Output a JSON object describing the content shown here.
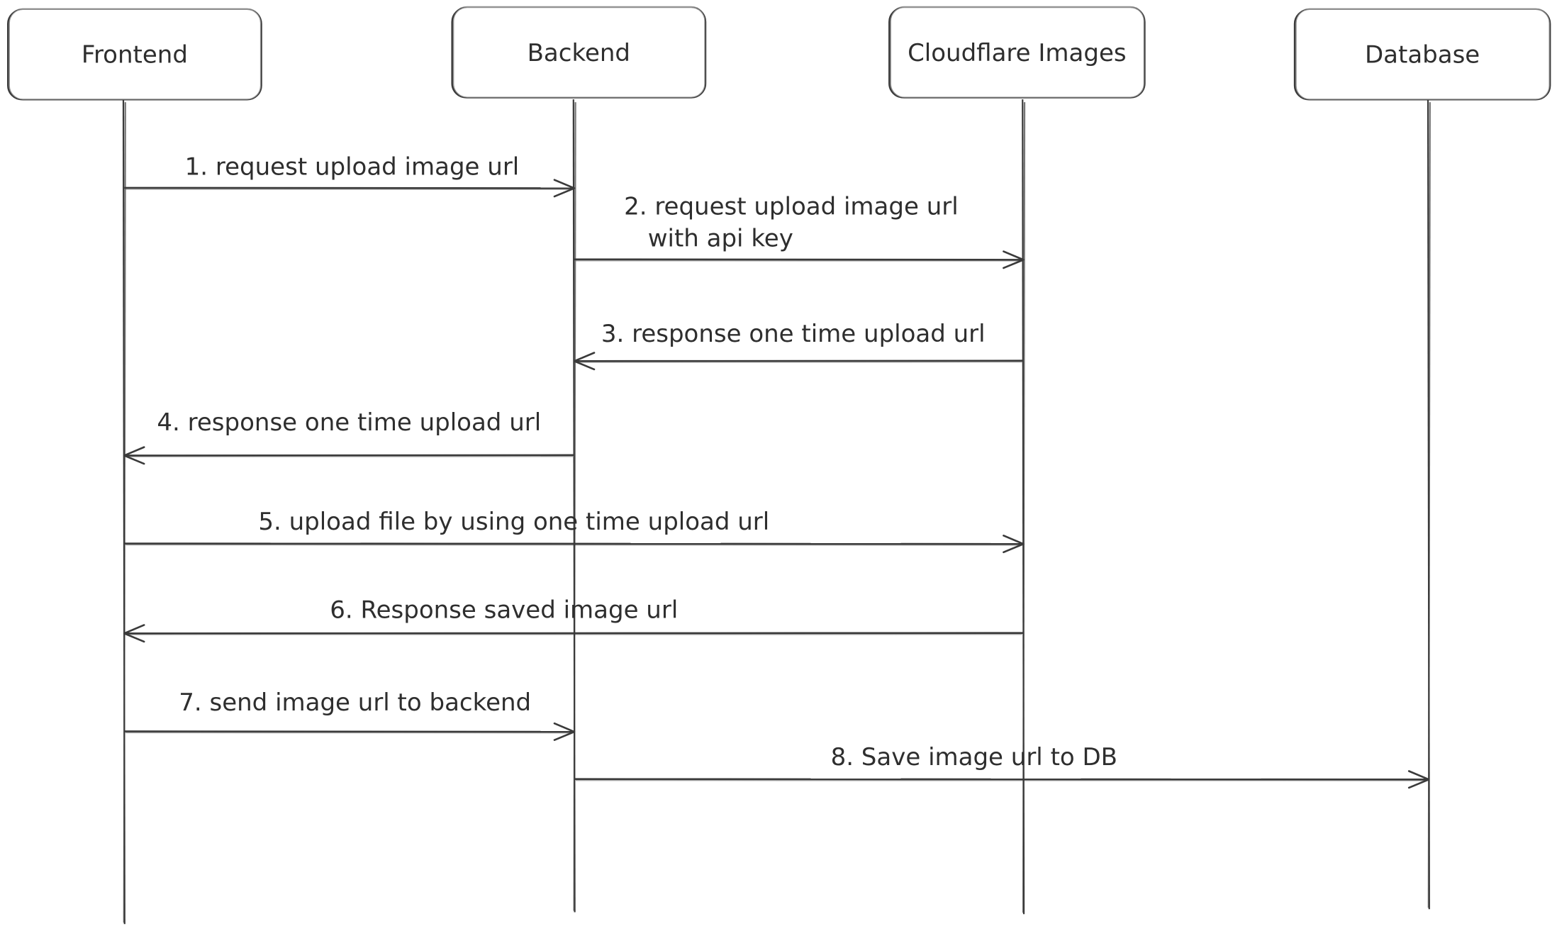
{
  "actors": [
    {
      "id": "frontend",
      "label": "Frontend"
    },
    {
      "id": "backend",
      "label": "Backend"
    },
    {
      "id": "cloudflare",
      "label": "Cloudflare Images"
    },
    {
      "id": "database",
      "label": "Database"
    }
  ],
  "messages": [
    {
      "from": "frontend",
      "to": "backend",
      "lines": [
        "1. request upload image url"
      ]
    },
    {
      "from": "backend",
      "to": "cloudflare",
      "lines": [
        "2. request upload image url",
        "with api key"
      ]
    },
    {
      "from": "cloudflare",
      "to": "backend",
      "lines": [
        "3. response one time upload url"
      ]
    },
    {
      "from": "backend",
      "to": "frontend",
      "lines": [
        "4. response one time upload url"
      ]
    },
    {
      "from": "frontend",
      "to": "cloudflare",
      "lines": [
        "5. upload file by using one time upload url"
      ]
    },
    {
      "from": "cloudflare",
      "to": "frontend",
      "lines": [
        "6. Response saved image url"
      ]
    },
    {
      "from": "frontend",
      "to": "backend",
      "lines": [
        "7. send image url to backend"
      ]
    },
    {
      "from": "backend",
      "to": "database",
      "lines": [
        "8. Save image url to DB"
      ]
    }
  ],
  "colors": {
    "stroke": "#3a3a3a",
    "text": "#2e2e2e",
    "background": "#ffffff"
  }
}
